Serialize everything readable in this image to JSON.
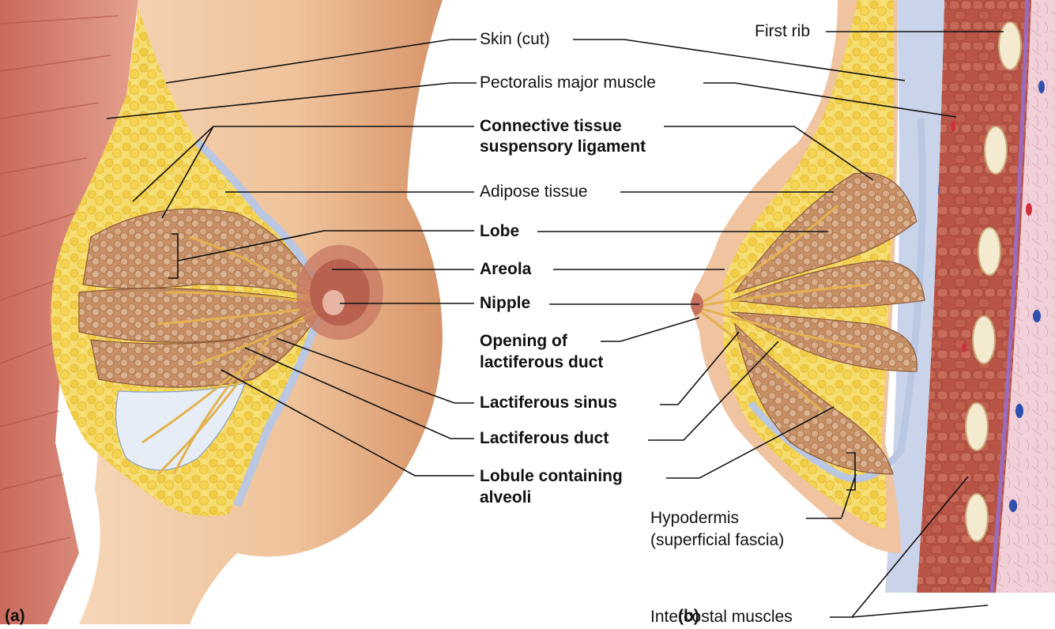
{
  "panel_labels": {
    "a": "(a)",
    "b": "(b)"
  },
  "labels": {
    "skin": "Skin (cut)",
    "pectoralis": "Pectoralis major muscle",
    "connective_1": "Connective tissue",
    "connective_2": "suspensory ligament",
    "adipose": "Adipose tissue",
    "lobe": "Lobe",
    "areola": "Areola",
    "nipple": "Nipple",
    "opening_1": "Opening of",
    "opening_2": "lactiferous duct",
    "sinus": "Lactiferous sinus",
    "duct": "Lactiferous duct",
    "lobule_1": "Lobule containing",
    "lobule_2": "alveoli",
    "first_rib": "First rib",
    "hypodermis_1": "Hypodermis",
    "hypodermis_2": "(superficial fascia)",
    "intercostal": "Intercostal muscles"
  },
  "colors": {
    "skin": "#f1c9a6",
    "skin_shadow": "#d99a72",
    "adipose": "#f3d45a",
    "lobe": "#c99870",
    "duct": "#e0b050",
    "fascia": "#b9c7e2",
    "muscle": "#b9594a",
    "rib": "#f4ead0",
    "pink_tissue": "#ecc3cf",
    "areola": "#b05a4a"
  }
}
